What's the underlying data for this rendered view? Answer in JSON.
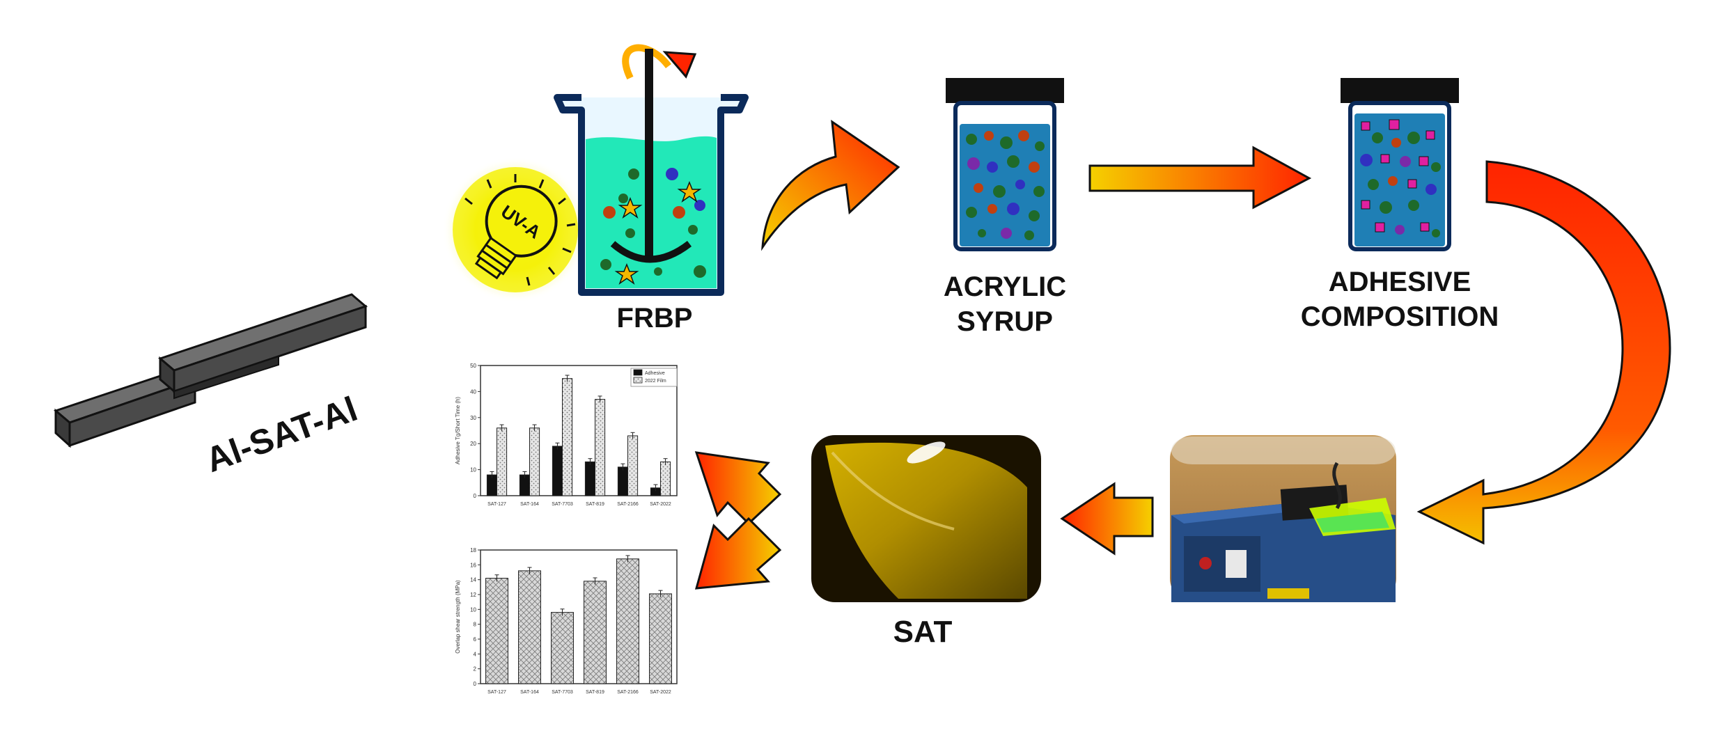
{
  "labels": {
    "frbp": "FRBP",
    "acrylic_line1": "ACRYLIC",
    "acrylic_line2": "SYRUP",
    "adhesive_line1": "ADHESIVE",
    "adhesive_line2": "COMPOSITION",
    "sat": "SAT",
    "al_sat_al": "Al-SAT-Al",
    "uv_lamp": "UV-A"
  },
  "colors": {
    "liquid_frbp": "#22e8b8",
    "liquid_syrup": "#1f7fb5",
    "beaker_outline": "#0b2a5a",
    "lid": "#111111",
    "arrow_start": "#f5d000",
    "arrow_end": "#ff2400",
    "lamp_glow": "#f5f10a",
    "sat_film": "#b89500",
    "machine_body": "#2a5a9a",
    "bar_dark": "#111111",
    "bar_hatched": "#cccccc"
  },
  "chart_data": [
    {
      "type": "bar",
      "ylabel": "Adhesive Tg/Short Time (h)",
      "categories": [
        "SAT-127",
        "SAT-164",
        "SAT-7703",
        "SAT-819",
        "SAT-2166",
        "SAT-2022"
      ],
      "ylim": [
        0,
        50
      ],
      "yticks": [
        "0",
        "10",
        "20",
        "30",
        "40",
        "50"
      ],
      "legend": [
        "Adhesive",
        "2022 Film"
      ],
      "legend_position": "top-right",
      "series": [
        {
          "name": "Adhesive",
          "values": [
            8,
            8,
            19,
            13,
            11,
            3
          ]
        },
        {
          "name": "2022 Film",
          "values": [
            26,
            26,
            45,
            37,
            23,
            13
          ]
        }
      ]
    },
    {
      "type": "bar",
      "ylabel": "Overlap shear strength (MPa)",
      "categories": [
        "SAT-127",
        "SAT-164",
        "SAT-7703",
        "SAT-819",
        "SAT-2166",
        "SAT-2022"
      ],
      "ylim": [
        0,
        18
      ],
      "yticks": [
        "0",
        "2",
        "4",
        "6",
        "8",
        "10",
        "12",
        "14",
        "16",
        "18"
      ],
      "values": [
        14.2,
        15.2,
        9.6,
        13.8,
        16.8,
        12.1
      ]
    }
  ]
}
